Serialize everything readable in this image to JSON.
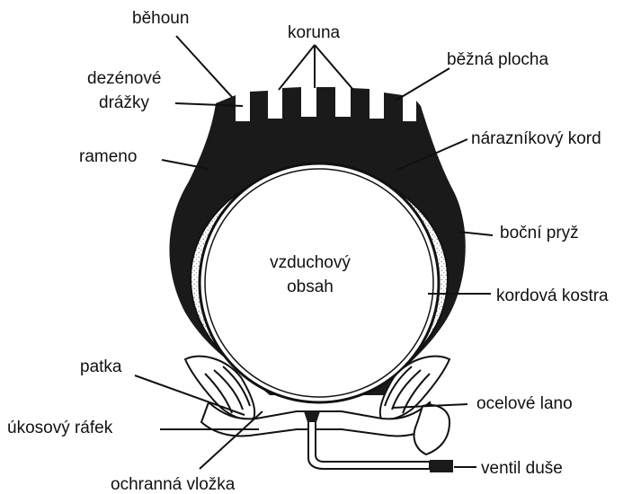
{
  "diagram": {
    "labels": {
      "behoun": "běhoun",
      "koruna": "koruna",
      "dezenove_line1": "dezénové",
      "dezenove_line2": "drážky",
      "bezna_plocha": "běžná plocha",
      "rameno": "rameno",
      "naraznikovy_kord": "nárazníkový kord",
      "bocni_pryz": "boční pryž",
      "vzduchovy_line1": "vzduchový",
      "vzduchovy_line2": "obsah",
      "kordova_kostra": "kordová kostra",
      "patka": "patka",
      "ocelove_lano": "ocelové lano",
      "ukosovy_rafek": "úkosový ráfek",
      "ventil_duse": "ventil duše",
      "ochranna_vlozka": "ochranná vložka"
    },
    "colors": {
      "ink": "#111111",
      "tread": "#1a1a1a",
      "cord_dots": "#bdbdbd",
      "paper": "#ffffff"
    }
  }
}
